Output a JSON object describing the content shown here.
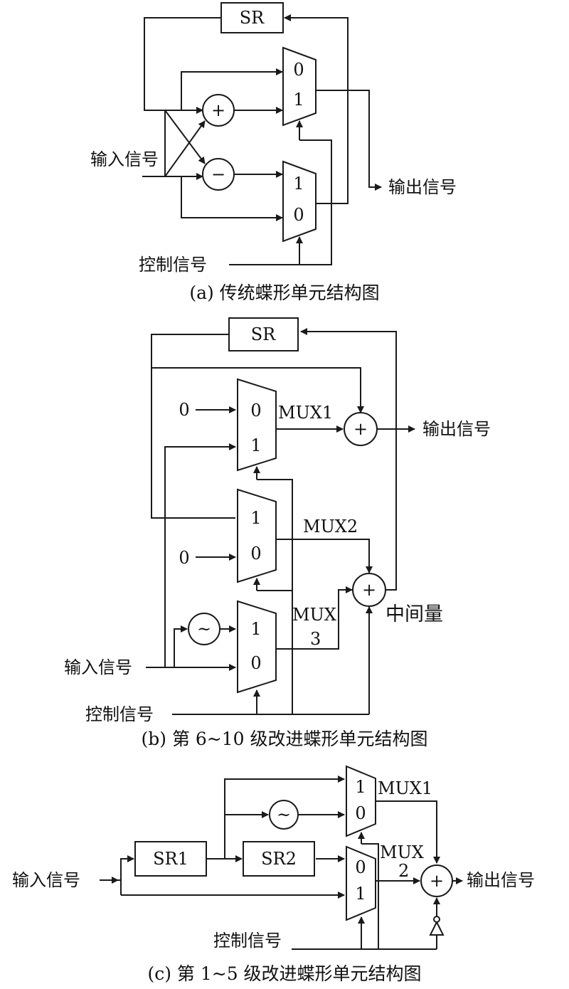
{
  "diagram_a": {
    "caption": "(a) 传统蝶形单元结构图",
    "sr": "SR",
    "input": "输入信号",
    "output": "输出信号",
    "control": "控制信号",
    "adder": "+",
    "subtractor": "−",
    "mux_top_in0": "0",
    "mux_top_in1": "1",
    "mux_bot_in1": "1",
    "mux_bot_in0": "0"
  },
  "diagram_b": {
    "caption": "(b) 第 6~10 级改进蝶形单元结构图",
    "sr": "SR",
    "output": "输出信号",
    "input": "输入信号",
    "control": "控制信号",
    "intermediate": "中间量",
    "mux1_label": "MUX1",
    "mux2_label": "MUX2",
    "mux3_label_a": "MUX",
    "mux3_label_b": "3",
    "const0_top": "0",
    "const0_mid": "0",
    "mux1_in0": "0",
    "mux1_in1": "1",
    "mux2_in1": "1",
    "mux2_in0": "0",
    "mux3_in1": "1",
    "mux3_in0": "0",
    "adder_top": "+",
    "adder_bottom": "+",
    "negate": "~"
  },
  "diagram_c": {
    "caption": "(c) 第 1~5 级改进蝶形单元结构图",
    "sr1": "SR1",
    "sr2": "SR2",
    "input": "输入信号",
    "output": "输出信号",
    "control": "控制信号",
    "mux1_label": "MUX1",
    "mux2_label_a": "MUX",
    "mux2_label_b": "2",
    "mux1_in1": "1",
    "mux1_in0": "0",
    "mux2_in0": "0",
    "mux2_in1": "1",
    "adder": "+",
    "negate": "~"
  }
}
